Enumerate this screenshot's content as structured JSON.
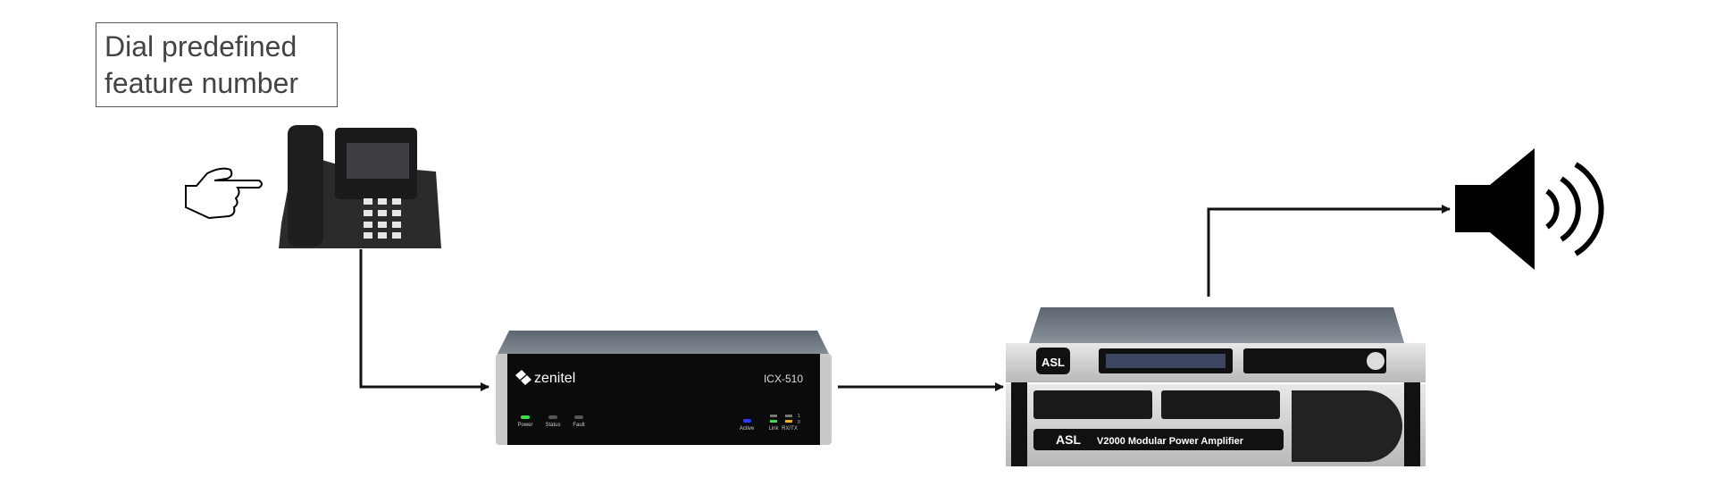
{
  "caption": {
    "line1": "Dial predefined",
    "line2": "feature number"
  },
  "icx": {
    "brand": "zenitel",
    "model": "ICX-510",
    "leds": {
      "power": "Power",
      "status": "Status",
      "fault": "Fault",
      "active": "Active",
      "link": "Link",
      "rxtx": "RX/TX",
      "one": "1",
      "zero": "0"
    }
  },
  "amplifier": {
    "brand": "ASL",
    "model_label": "V2000 Modular Power Amplifier"
  },
  "colors": {
    "line": "#111111",
    "led_green": "#3ee04a",
    "led_blue": "#2a3cff",
    "led_amber": "#f0b020"
  }
}
